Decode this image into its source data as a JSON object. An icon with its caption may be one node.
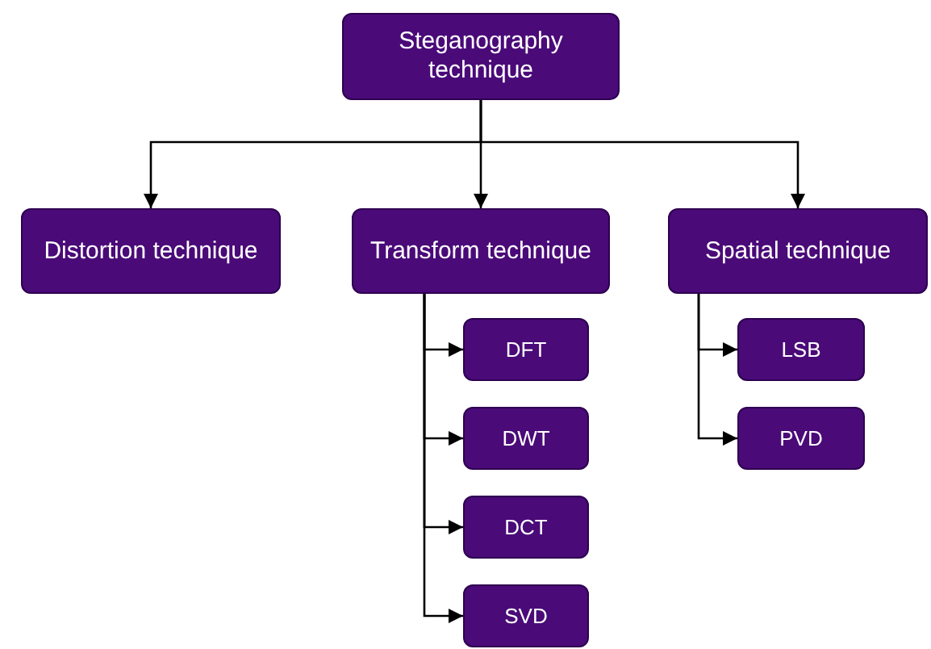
{
  "diagram": {
    "nodes": [
      {
        "text": [
          "Steganography technique"
        ]
      },
      {
        "text": [
          "Distortion technique"
        ]
      },
      {
        "text": [
          "Transform technique"
        ]
      },
      {
        "text": [
          "Spatial technique"
        ]
      },
      {
        "text": [
          "DFT"
        ]
      },
      {
        "text": [
          "DWT"
        ]
      },
      {
        "text": [
          "DCT"
        ]
      },
      {
        "text": [
          "SVD"
        ]
      },
      {
        "text": [
          "LSB"
        ]
      },
      {
        "text": [
          "PVD"
        ]
      }
    ],
    "edges": [
      {
        "from": 0,
        "to": 1,
        "arrow": "to"
      },
      {
        "from": 0,
        "to": 2,
        "arrow": "to"
      },
      {
        "from": 0,
        "to": 3,
        "arrow": "to"
      },
      {
        "from": 2,
        "to": 4,
        "arrow": "to"
      },
      {
        "from": 2,
        "to": 5,
        "arrow": "to"
      },
      {
        "from": 2,
        "to": 6,
        "arrow": "to"
      },
      {
        "from": 2,
        "to": 7,
        "arrow": "to"
      },
      {
        "from": 3,
        "to": 8,
        "arrow": "to"
      },
      {
        "from": 3,
        "to": 9,
        "arrow": "to"
      }
    ]
  }
}
